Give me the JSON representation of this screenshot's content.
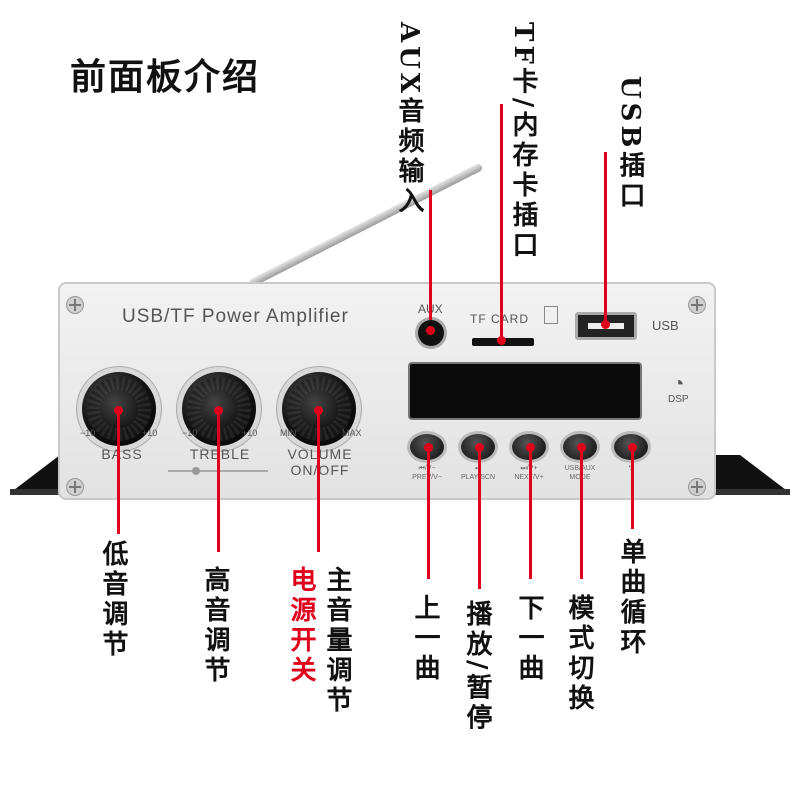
{
  "title": "前面板介绍",
  "device": {
    "brand": "USB/TF Power Amplifier",
    "aux": "AUX",
    "tf_card": "TF CARD",
    "usb": "USB",
    "dsp": "DSP",
    "knobs": [
      {
        "name": "BASS",
        "min": "−10",
        "max": "+10"
      },
      {
        "name": "TREBLE",
        "min": "−10",
        "max": "+10"
      },
      {
        "name": "VOLUME",
        "sub": "ON/OFF",
        "min": "MIN",
        "max": "MAX"
      }
    ],
    "buttons": [
      {
        "top": "⏮/V−",
        "bottom": "PREV/V−"
      },
      {
        "top": "⏯",
        "bottom": "PLAY/SCN"
      },
      {
        "top": "⏭/V+",
        "bottom": "NEXT/V+"
      },
      {
        "top": "USB/AUX",
        "bottom": "MODE"
      },
      {
        "top": "⮌",
        "bottom": ""
      }
    ]
  },
  "callouts": {
    "aux_input": "AUX音频输入",
    "tf_slot": "TF卡/内存卡插口",
    "usb_port": "USB插口",
    "bass": "低音调节",
    "treble": "高音调节",
    "power_switch": "电源开关",
    "volume": "主音量调节",
    "prev": "上一曲",
    "play_pause": "播放/暂停",
    "next": "下一曲",
    "mode": "模式切换",
    "repeat": "单曲循环"
  },
  "colors": {
    "accent": "#e0001b",
    "panel": "#e8e8e8",
    "text": "#111111"
  }
}
